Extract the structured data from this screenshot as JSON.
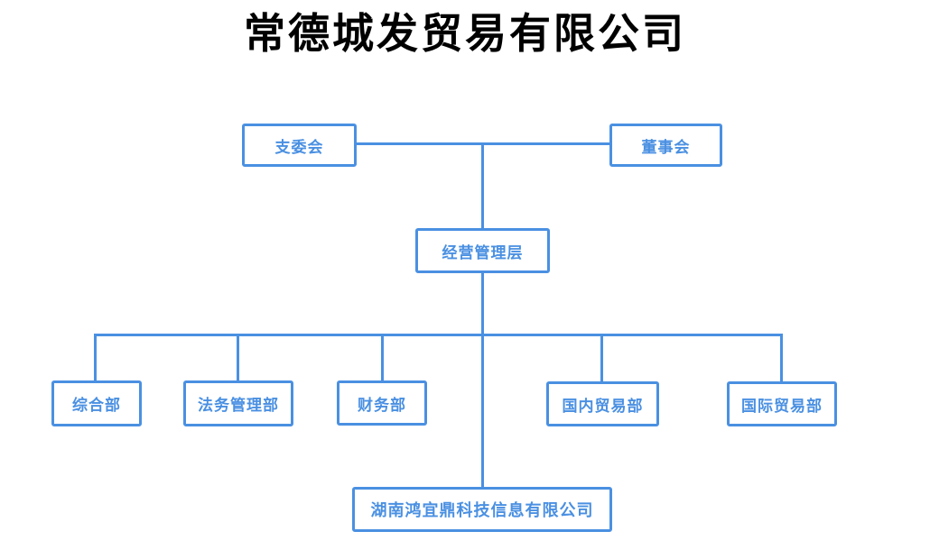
{
  "title": "常德城发贸易有限公司",
  "colors": {
    "accent": "#4a90e2",
    "title_text": "#000000",
    "node_background": "#ffffff"
  },
  "org_chart": {
    "type": "org-tree",
    "nodes": [
      {
        "id": "party-branch-committee",
        "label": "支委会",
        "level": 1
      },
      {
        "id": "board-of-directors",
        "label": "董事会",
        "level": 1
      },
      {
        "id": "management-level",
        "label": "经营管理层",
        "level": 2
      },
      {
        "id": "general-department",
        "label": "综合部",
        "level": 3
      },
      {
        "id": "legal-management-department",
        "label": "法务管理部",
        "level": 3
      },
      {
        "id": "finance-department",
        "label": "财务部",
        "level": 3
      },
      {
        "id": "domestic-trade-department",
        "label": "国内贸易部",
        "level": 3
      },
      {
        "id": "international-trade-department",
        "label": "国际贸易部",
        "level": 3
      },
      {
        "id": "subsidiary-company",
        "label": "湖南鸿宜鼎科技信息有限公司",
        "level": 4
      }
    ],
    "edges": [
      {
        "from": "party-branch-committee",
        "to": "board-of-directors"
      },
      {
        "from": "party-branch-committee",
        "to": "management-level"
      },
      {
        "from": "board-of-directors",
        "to": "management-level"
      },
      {
        "from": "management-level",
        "to": "general-department"
      },
      {
        "from": "management-level",
        "to": "legal-management-department"
      },
      {
        "from": "management-level",
        "to": "finance-department"
      },
      {
        "from": "management-level",
        "to": "domestic-trade-department"
      },
      {
        "from": "management-level",
        "to": "international-trade-department"
      },
      {
        "from": "management-level",
        "to": "subsidiary-company"
      }
    ]
  }
}
